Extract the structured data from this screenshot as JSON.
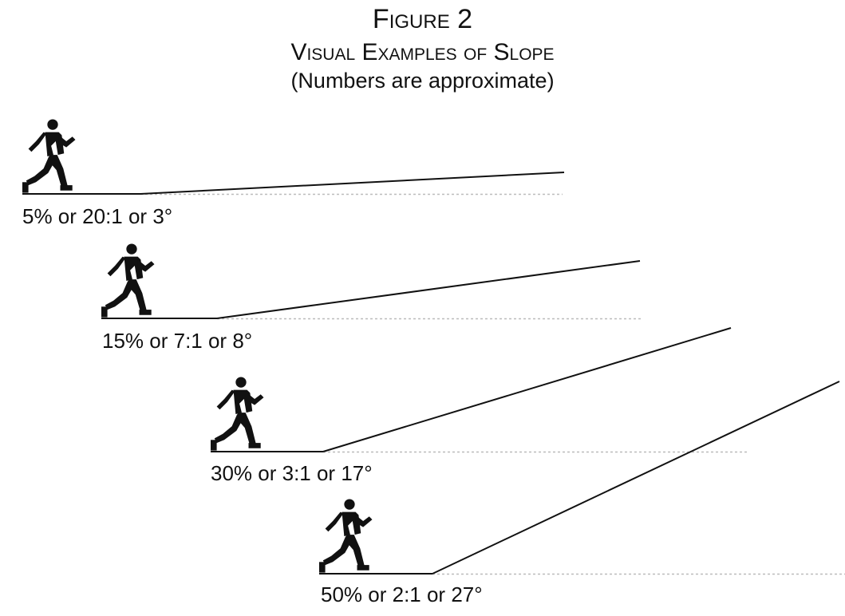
{
  "figure": {
    "title": "Figure 2",
    "subtitle": "Visual Examples of Slope",
    "note": "(Numbers are approximate)"
  },
  "colors": {
    "ink": "#111111",
    "dashed_line": "#bbbbbb",
    "background": "#ffffff"
  },
  "icons": {
    "runner": "running-person-icon"
  },
  "slopes": [
    {
      "label": "5% or 20:1 or 3°",
      "percent": 5,
      "ratio": "20:1",
      "degrees": 3
    },
    {
      "label": "15% or 7:1 or 8°",
      "percent": 15,
      "ratio": "7:1",
      "degrees": 8
    },
    {
      "label": "30% or 3:1 or 17°",
      "percent": 30,
      "ratio": "3:1",
      "degrees": 17
    },
    {
      "label": "50% or 2:1 or 27°",
      "percent": 50,
      "ratio": "2:1",
      "degrees": 27
    }
  ]
}
